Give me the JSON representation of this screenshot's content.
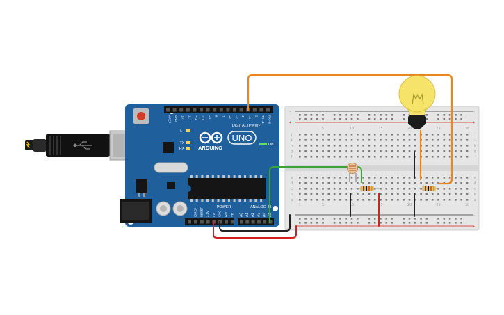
{
  "arduino": {
    "brand": "ARDUINO",
    "model": "UNO",
    "digital_label": "DIGITAL (PWM~)",
    "power_label": "POWER",
    "analog_label": "ANALOG IN",
    "on_label": "ON",
    "led_labels": [
      "L",
      "TX",
      "RX"
    ],
    "header_top_pins": [
      "AREF",
      "GND",
      "13",
      "12",
      "~11",
      "~10",
      "~9",
      "8",
      "7",
      "~6",
      "~5",
      "4",
      "~3",
      "2",
      "TX→1",
      "RX←0"
    ],
    "power_pins": [
      "IOREF",
      "RESET",
      "3.3V",
      "5V",
      "GND",
      "GND",
      "Vin"
    ],
    "analog_pins": [
      "A0",
      "A1",
      "A2",
      "A3",
      "A4",
      "A5"
    ]
  },
  "breadboard": {
    "row_letters_top": [
      "j",
      "i",
      "h",
      "g",
      "f"
    ],
    "row_letters_bottom": [
      "e",
      "d",
      "c",
      "b",
      "a"
    ],
    "column_numbers": [
      "1",
      "5",
      "10",
      "15",
      "20",
      "25",
      "30"
    ],
    "rail_minus": "−",
    "rail_plus": "+"
  },
  "colors": {
    "board": "#1e5f9c",
    "wire_orange": "#e8861f",
    "wire_green": "#3aa43a",
    "wire_red": "#d21f1f",
    "wire_black": "#222222",
    "bulb": "#f6e46a"
  }
}
